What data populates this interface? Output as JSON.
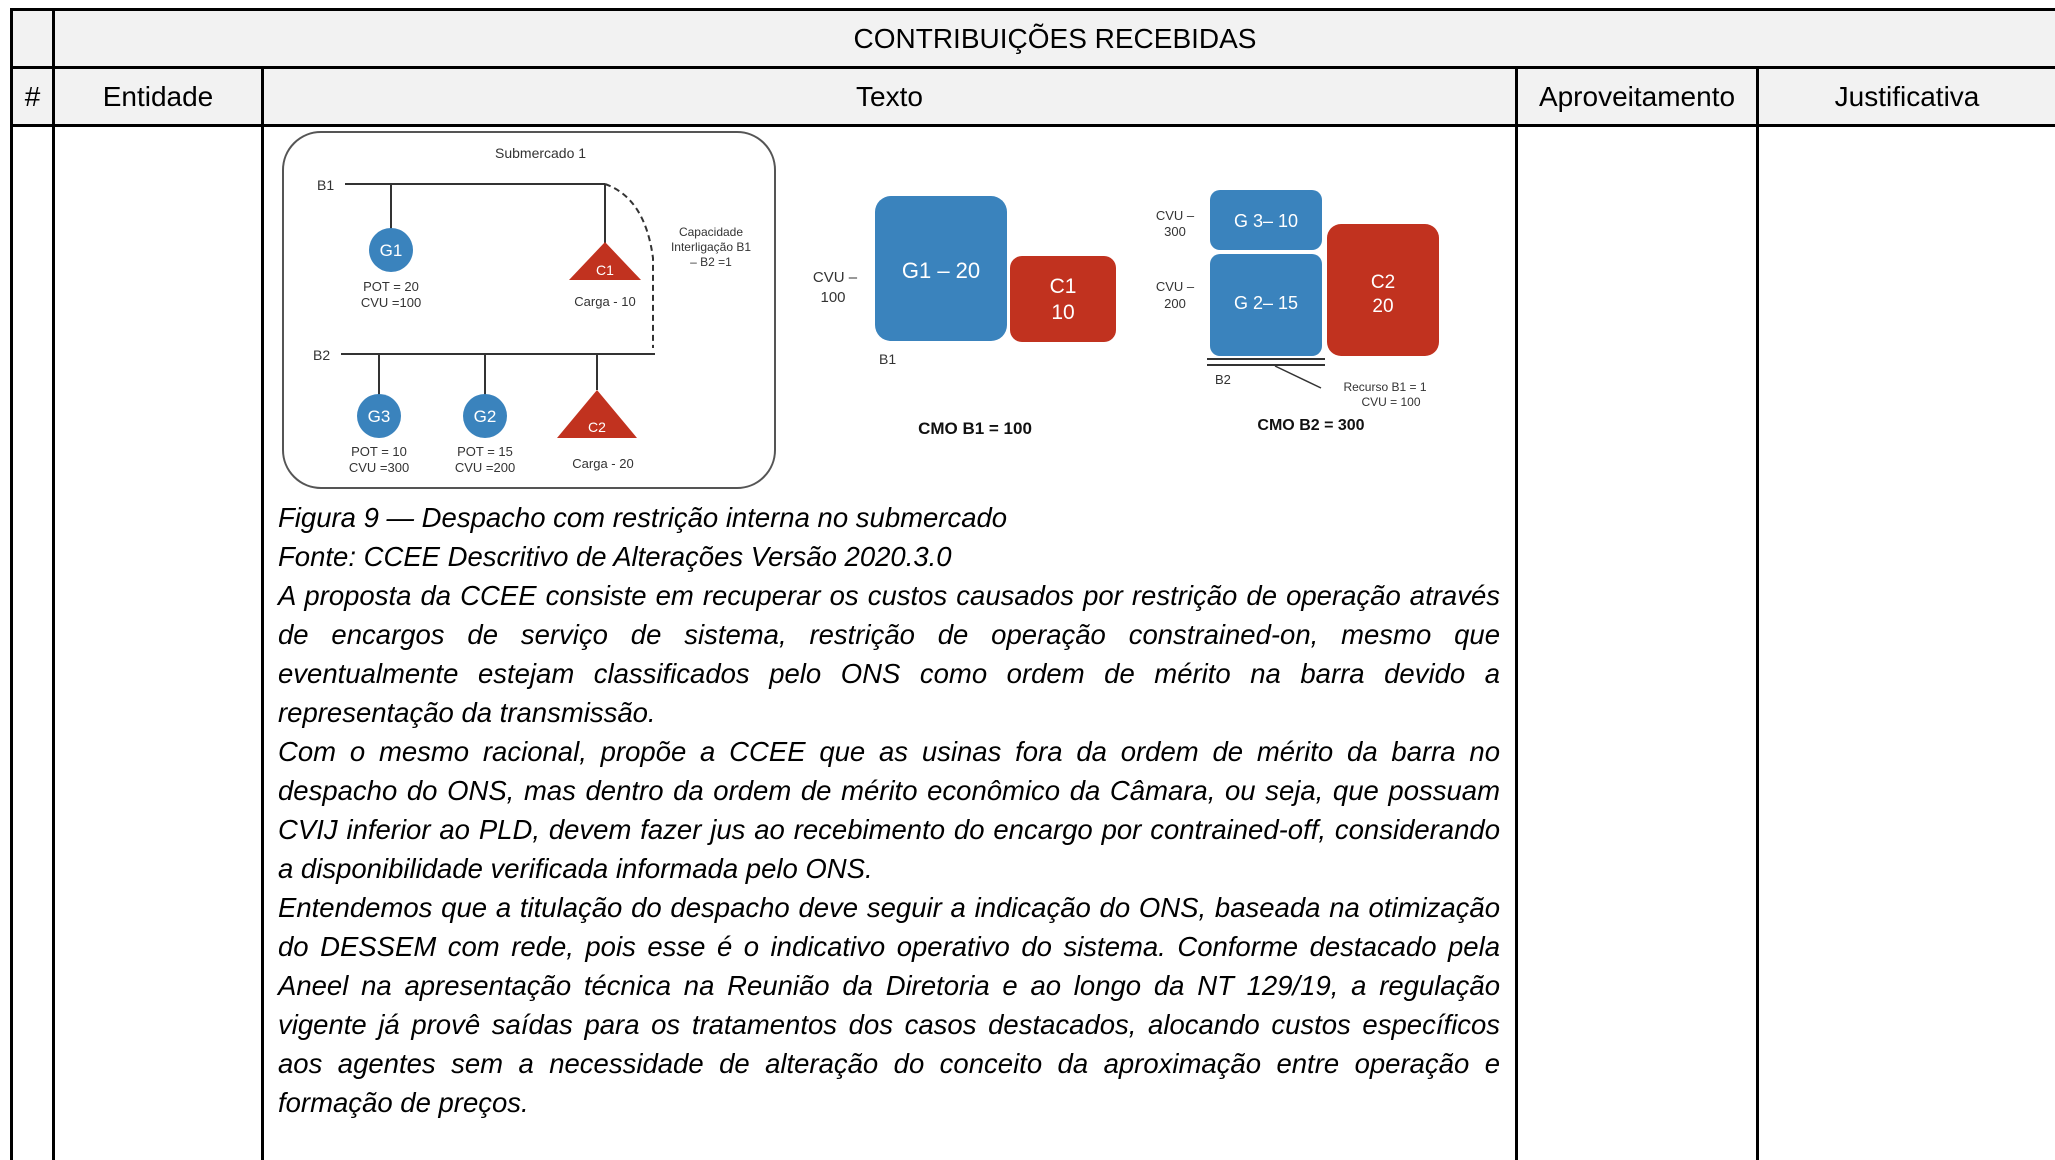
{
  "table": {
    "title": "CONTRIBUIÇÕES RECEBIDAS",
    "headers": {
      "num": "#",
      "entidade": "Entidade",
      "texto": "Texto",
      "aproveitamento": "Aproveitamento",
      "justificativa": "Justificativa"
    }
  },
  "figure": {
    "submercado": "Submercado 1",
    "b1": "B1",
    "b2": "B2",
    "g1": "G1",
    "g1_pot": "POT = 20",
    "g1_cvu": "CVU =100",
    "c1": "C1",
    "c1_carga": "Carga - 10",
    "capacidade_1": "Capacidade",
    "capacidade_2": "Interligação  B1",
    "capacidade_3": "– B2 =1",
    "g3": "G3",
    "g3_pot": "POT = 10",
    "g3_cvu": "CVU =300",
    "g2": "G2",
    "g2_pot": "POT = 15",
    "g2_cvu": "CVU =200",
    "c2": "C2",
    "c2_carga": "Carga - 20",
    "mid_cvu_1": "CVU –",
    "mid_cvu_2": "100",
    "mid_g1": "G1 – 20",
    "mid_c1_1": "C1",
    "mid_c1_2": "10",
    "mid_b1": "B1",
    "cmo_b1": "CMO B1 = 100",
    "right_cvu300_1": "CVU –",
    "right_cvu300_2": "300",
    "right_g3": "G 3– 10",
    "right_cvu200_1": "CVU –",
    "right_cvu200_2": "200",
    "right_g2": "G 2– 15",
    "right_c2_1": "C2",
    "right_c2_2": "20",
    "right_b2": "B2",
    "recurso_1": "Recurso B1 = 1",
    "recurso_2": "CVU = 100",
    "cmo_b2": "CMO B2 = 300",
    "colors": {
      "blue": "#3a83bd",
      "red": "#c1321f"
    }
  },
  "text": {
    "caption": "Figura 9 — Despacho com restrição interna no submercado",
    "source": "Fonte: CCEE Descritivo de Alterações Versão 2020.3.0",
    "p1": "A proposta da CCEE consiste em recuperar os custos causados por restrição de operação através de encargos de serviço de sistema, restrição de operação constrained-on, mesmo que eventualmente estejam classificados pelo ONS como ordem de mérito na barra devido a representação da transmissão.",
    "p2": "Com o mesmo racional, propõe a CCEE que as usinas fora da ordem de mérito da barra no despacho do ONS, mas dentro da ordem de mérito econômico da Câmara, ou seja, que possuam CVIJ inferior ao PLD, devem fazer jus ao recebimento do encargo por contrained-off, considerando a disponibilidade verificada informada pelo ONS.",
    "p3": "Entendemos que a titulação do despacho deve seguir a indicação do ONS, baseada na otimização do DESSEM com rede, pois esse é o indicativo operativo do sistema. Conforme destacado pela Aneel na apresentação técnica na Reunião da Diretoria e ao longo da NT 129/19, a regulação vigente já provê saídas para os tratamentos dos casos destacados, alocando custos específicos aos agentes sem a necessidade de alteração do conceito da aproximação entre operação e formação de preços."
  }
}
